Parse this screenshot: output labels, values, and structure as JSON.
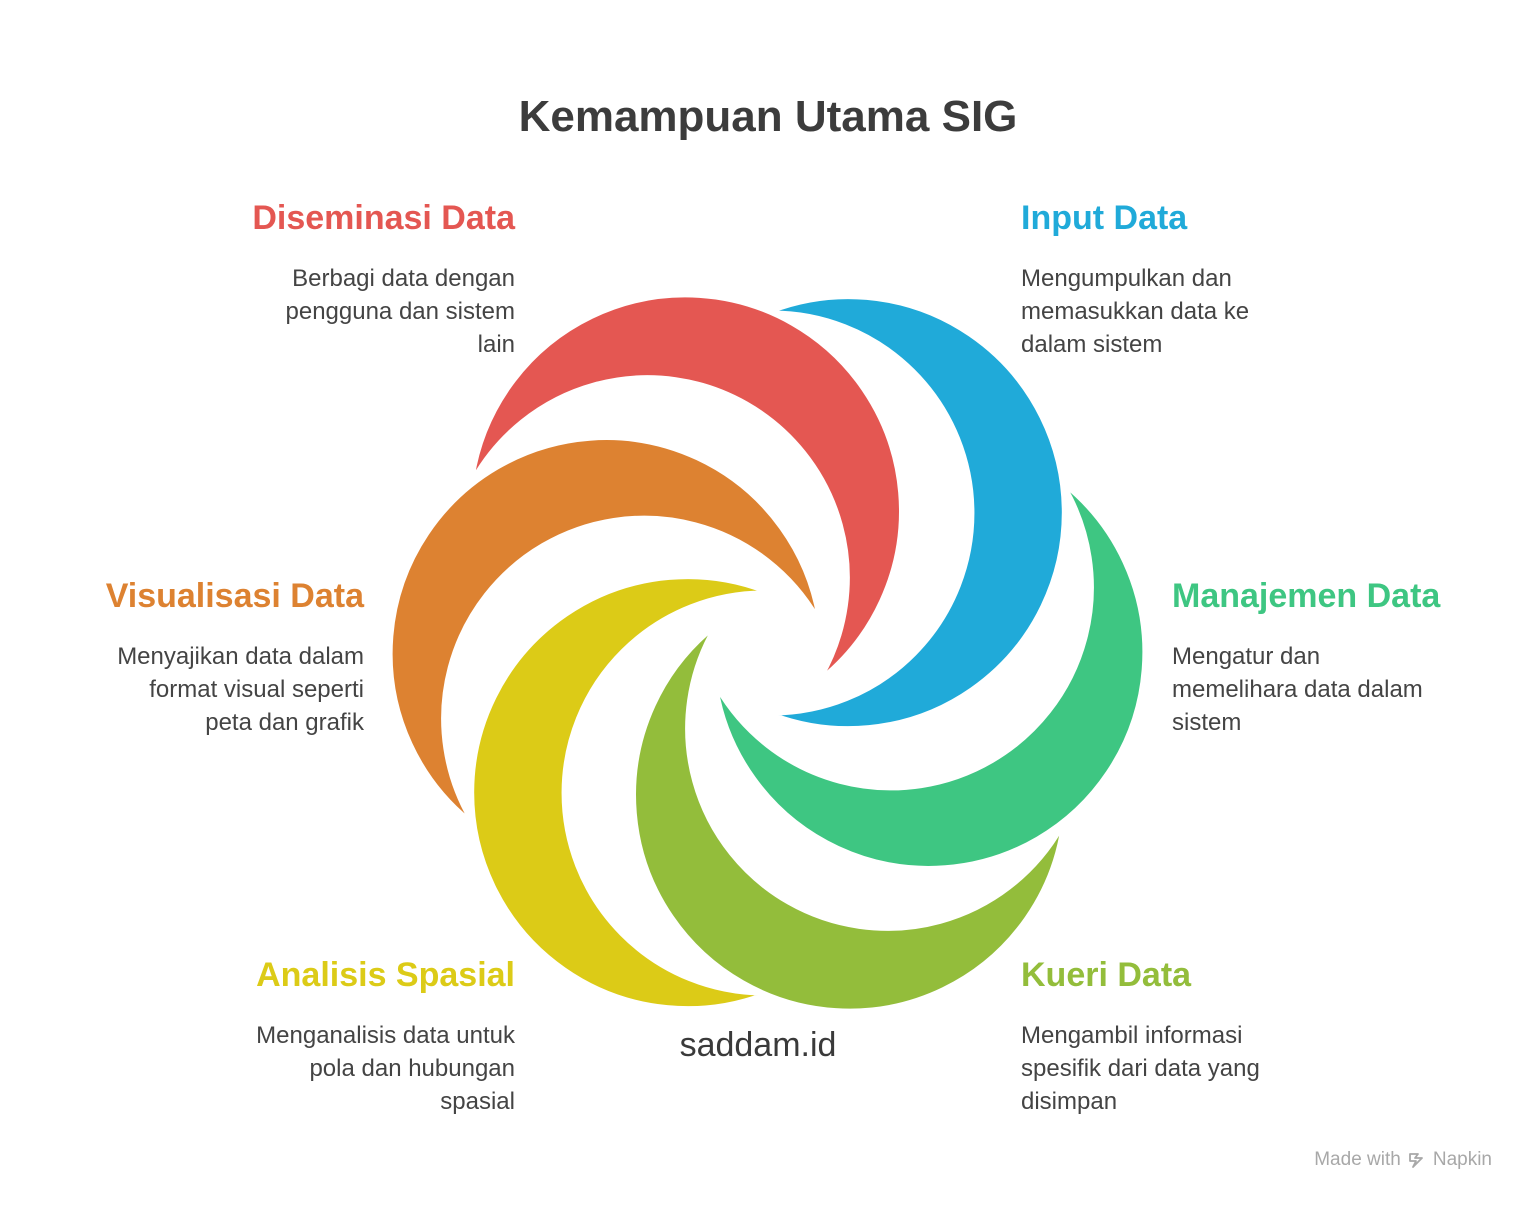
{
  "title": "Kemampuan Utama SIG",
  "segments": [
    {
      "id": "diseminasi",
      "title": "Diseminasi Data",
      "color": "#e45752",
      "lines": [
        "Berbagi data dengan",
        "pengguna dan sistem",
        "lain"
      ]
    },
    {
      "id": "input",
      "title": "Input Data",
      "color": "#20aad9",
      "lines": [
        "Mengumpulkan dan",
        "memasukkan data ke",
        "dalam sistem"
      ]
    },
    {
      "id": "manajemen",
      "title": "Manajemen Data",
      "color": "#3ec682",
      "lines": [
        "Mengatur dan",
        "memelihara data dalam",
        "sistem"
      ]
    },
    {
      "id": "kueri",
      "title": "Kueri Data",
      "color": "#93bd3b",
      "lines": [
        "Mengambil informasi",
        "spesifik dari data yang",
        "disimpan"
      ]
    },
    {
      "id": "analisis",
      "title": "Analisis Spasial",
      "color": "#dccb17",
      "lines": [
        "Menganalisis data untuk",
        "pola dan hubungan",
        "spasial"
      ]
    },
    {
      "id": "visualisasi",
      "title": "Visualisasi Data",
      "color": "#dd8231",
      "lines": [
        "Menyajikan data dalam",
        "format visual seperti",
        "peta dan grafik"
      ]
    }
  ],
  "center_text": "saddam.id",
  "credit": {
    "prefix": "Made with",
    "brand": "Napkin"
  }
}
